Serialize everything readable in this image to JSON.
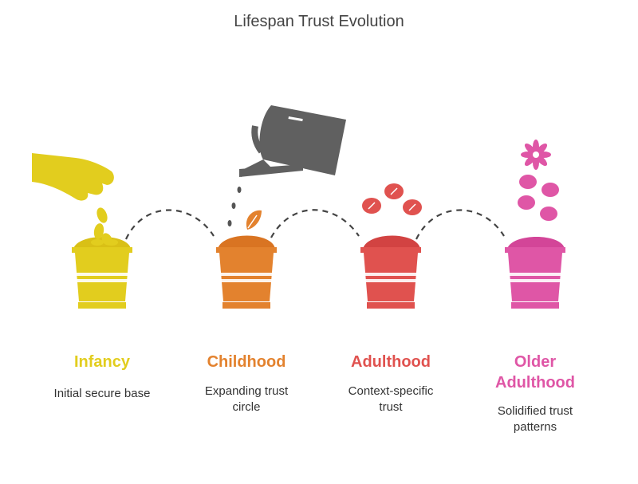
{
  "title": "Lifespan Trust Evolution",
  "stages": [
    {
      "label": "Infancy",
      "description": "Initial secure base",
      "color": "#E2CD1E"
    },
    {
      "label": "Childhood",
      "description": "Expanding trust circle",
      "color": "#E3822E"
    },
    {
      "label": "Adulthood",
      "description": "Context-specific trust",
      "color": "#E0524F"
    },
    {
      "label": "Older Adulthood",
      "description": "Solidified trust patterns",
      "color": "#DF56A6"
    }
  ],
  "icons": [
    "hand-planting-seeds-icon",
    "watering-can-icon",
    "sprouting-leaves-icon",
    "blooming-flower-icon"
  ]
}
